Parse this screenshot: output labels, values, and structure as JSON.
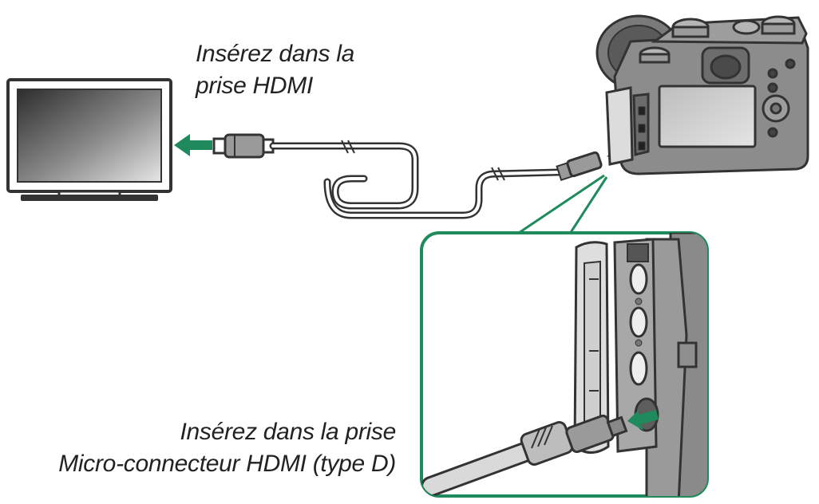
{
  "colors": {
    "accent": "#1f8a5b",
    "outline": "#333333",
    "body_gray": "#8c8c8c",
    "screen_dark": "#3a3a3a"
  },
  "labels": {
    "hdmi_insert": {
      "line1": "Insérez dans la",
      "line2": "prise HDMI"
    },
    "micro_insert": {
      "line1": "Insérez dans la prise",
      "line2": "Micro-connecteur HDMI (type D)"
    }
  },
  "icons": {
    "tv": "television-icon",
    "camera": "camera-icon",
    "arrow_tv": "arrow-left-icon",
    "arrow_camera": "arrow-left-icon",
    "detail_arrow": "arrow-left-icon"
  }
}
